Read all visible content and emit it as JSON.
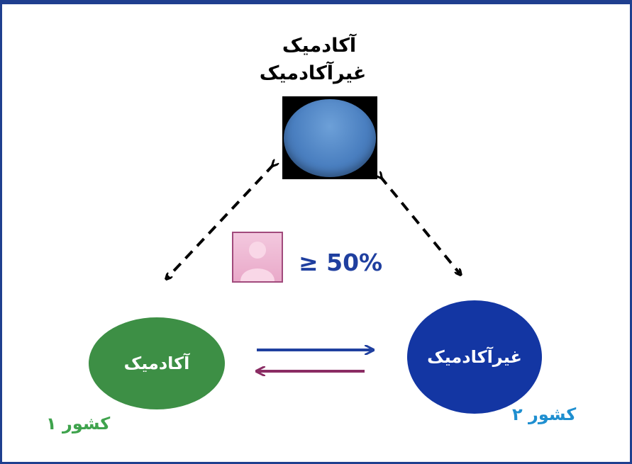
{
  "diagram": {
    "top_node": {
      "label_line1": "آکادمیک",
      "label_line2": "غیرآکادمیک"
    },
    "left_node": {
      "label": "آکادمیک",
      "country": "کشور ۱"
    },
    "right_node": {
      "label": "غیرآکادمیک",
      "country": "کشور ۲"
    },
    "center": {
      "percent": "≥ 50%",
      "icon": "person-icon"
    }
  },
  "colors": {
    "frame": "#1f3f8f",
    "left_node": "#3d8f45",
    "right_node": "#1336a3",
    "top_node": "#4a7fc0",
    "arrow_forward": "#1f3f9f",
    "arrow_back": "#8a2c63",
    "country_1": "#3fa34d",
    "country_2": "#1f8fd0",
    "percent": "#1f3f9f"
  }
}
